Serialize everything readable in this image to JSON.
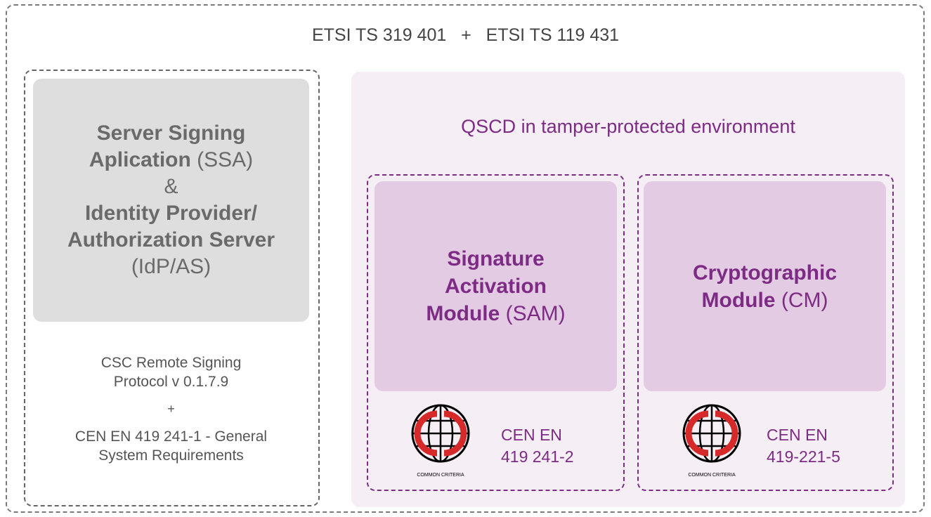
{
  "top_title": "ETSI TS 319 401   +   ETSI TS 119 431",
  "left": {
    "ssa_line1_bold": "Server Signing",
    "ssa_line2_bold": "Aplication",
    "ssa_line2_abbr": " (SSA)",
    "amp": "&",
    "idp_line1_bold": "Identity Provider/",
    "idp_line2_bold": "Authorization Server",
    "idp_abbr": "(IdP/AS)",
    "csc_line1": "CSC Remote Signing",
    "csc_line2": "Protocol v 0.1.7.9",
    "plus": "+",
    "cen_line1": "CEN EN 419 241-1 - General",
    "cen_line2": "System Requirements"
  },
  "qscd": {
    "title": "QSCD in tamper-protected environment",
    "sam": {
      "line1_bold": "Signature",
      "line2_bold": "Activation",
      "line3_bold": "Module",
      "abbr": " (SAM)",
      "logo_text": "COMMON CRITERIA",
      "cen_line1": "CEN EN",
      "cen_line2": "419 241-2"
    },
    "cm": {
      "line1_bold": "Cryptographic",
      "line2_bold": "Module",
      "abbr": " (CM)",
      "logo_text": "COMMON CRITERIA",
      "cen_line1": "CEN EN",
      "cen_line2": "419-221-5"
    }
  },
  "colors": {
    "accent": "#7d2b84",
    "logo_red": "#d62a2a",
    "gray_box": "#dedede",
    "module_fill": "#e3cce3",
    "qscd_fill": "#f5eef5"
  }
}
